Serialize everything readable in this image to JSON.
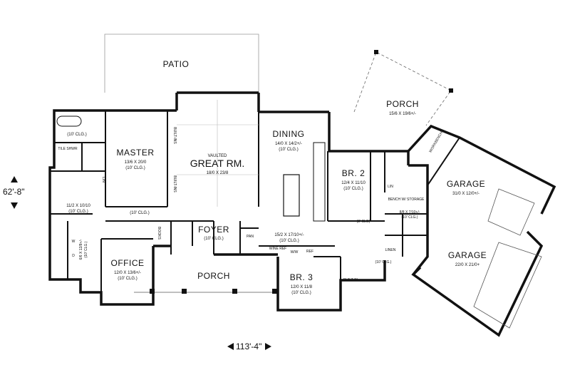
{
  "plan": {
    "width_dimension": "113'-4\"",
    "depth_dimension": "62'-8\""
  },
  "rooms": {
    "patio": {
      "name": "PATIO"
    },
    "porch_rear": {
      "name": "PORCH",
      "size": "15/6 X 19/6+/-"
    },
    "master": {
      "name": "MASTER",
      "size": "13/6 X 20/0",
      "ceiling": "(10' CLG.)"
    },
    "master_bath_clg": "(10' CLG.)",
    "tile_shwr": "TILE SHWR",
    "closet": {
      "size": "11/2 X 10/10",
      "ceiling": "(10' CLG.)"
    },
    "great_room": {
      "note": "VAULTED",
      "name": "GREAT RM.",
      "size": "18/0 X 23/8"
    },
    "built_ins_top": "BUILT-INS",
    "built_ins_bottom": "BUILT-INS",
    "dining": {
      "name": "DINING",
      "size": "14/0 X 14/2+/-",
      "ceiling": "(10' CLG.)"
    },
    "kitchen": {
      "size": "15/2 X 17/10+/-",
      "ceiling": "(10' CLG.)"
    },
    "br2": {
      "name": "BR. 2",
      "size": "12/4 X 11/10",
      "ceiling": "(10' CLG.)"
    },
    "br3": {
      "name": "BR. 3",
      "size": "12/0 X 11/8",
      "ceiling": "(10' CLG.)"
    },
    "built_in_br3": "BUILT-IN",
    "foyer": {
      "name": "FOYER",
      "ceiling": "(10' CLG.)"
    },
    "office": {
      "name": "OFFICE",
      "size": "12/0 X 13/6+/-",
      "ceiling": "(10' CLG.)"
    },
    "porch_front": {
      "name": "PORCH"
    },
    "hall_clg": "(10' CLG.)",
    "laundry": {
      "size": "6/6 X 12/8+/-",
      "ceiling": "(10' CLG.)"
    },
    "w_label": "W",
    "d_label": "D",
    "books": "BOOKS",
    "pan": "PAN",
    "wine_ref": "WINE REF",
    "ww": "W/W",
    "ref": "REF",
    "lin_master": "LIN",
    "lin_br2": "LIN",
    "linen": "LINEN",
    "bench_storage": "BENCH W/ STORAGE",
    "mudroom": {
      "size": "8/8 X 7/10+/-",
      "ceiling": "(10' CLG.)"
    },
    "mud_hall_clg": "(10' CLG.)",
    "br2_clg_small": "(8' CLG)",
    "workbench": "WORKBENCH",
    "garage_upper": {
      "name": "GARAGE",
      "size": "31/0 X 12/0+/-"
    },
    "garage_lower": {
      "name": "GARAGE",
      "size": "22/0 X 21/0+"
    }
  }
}
